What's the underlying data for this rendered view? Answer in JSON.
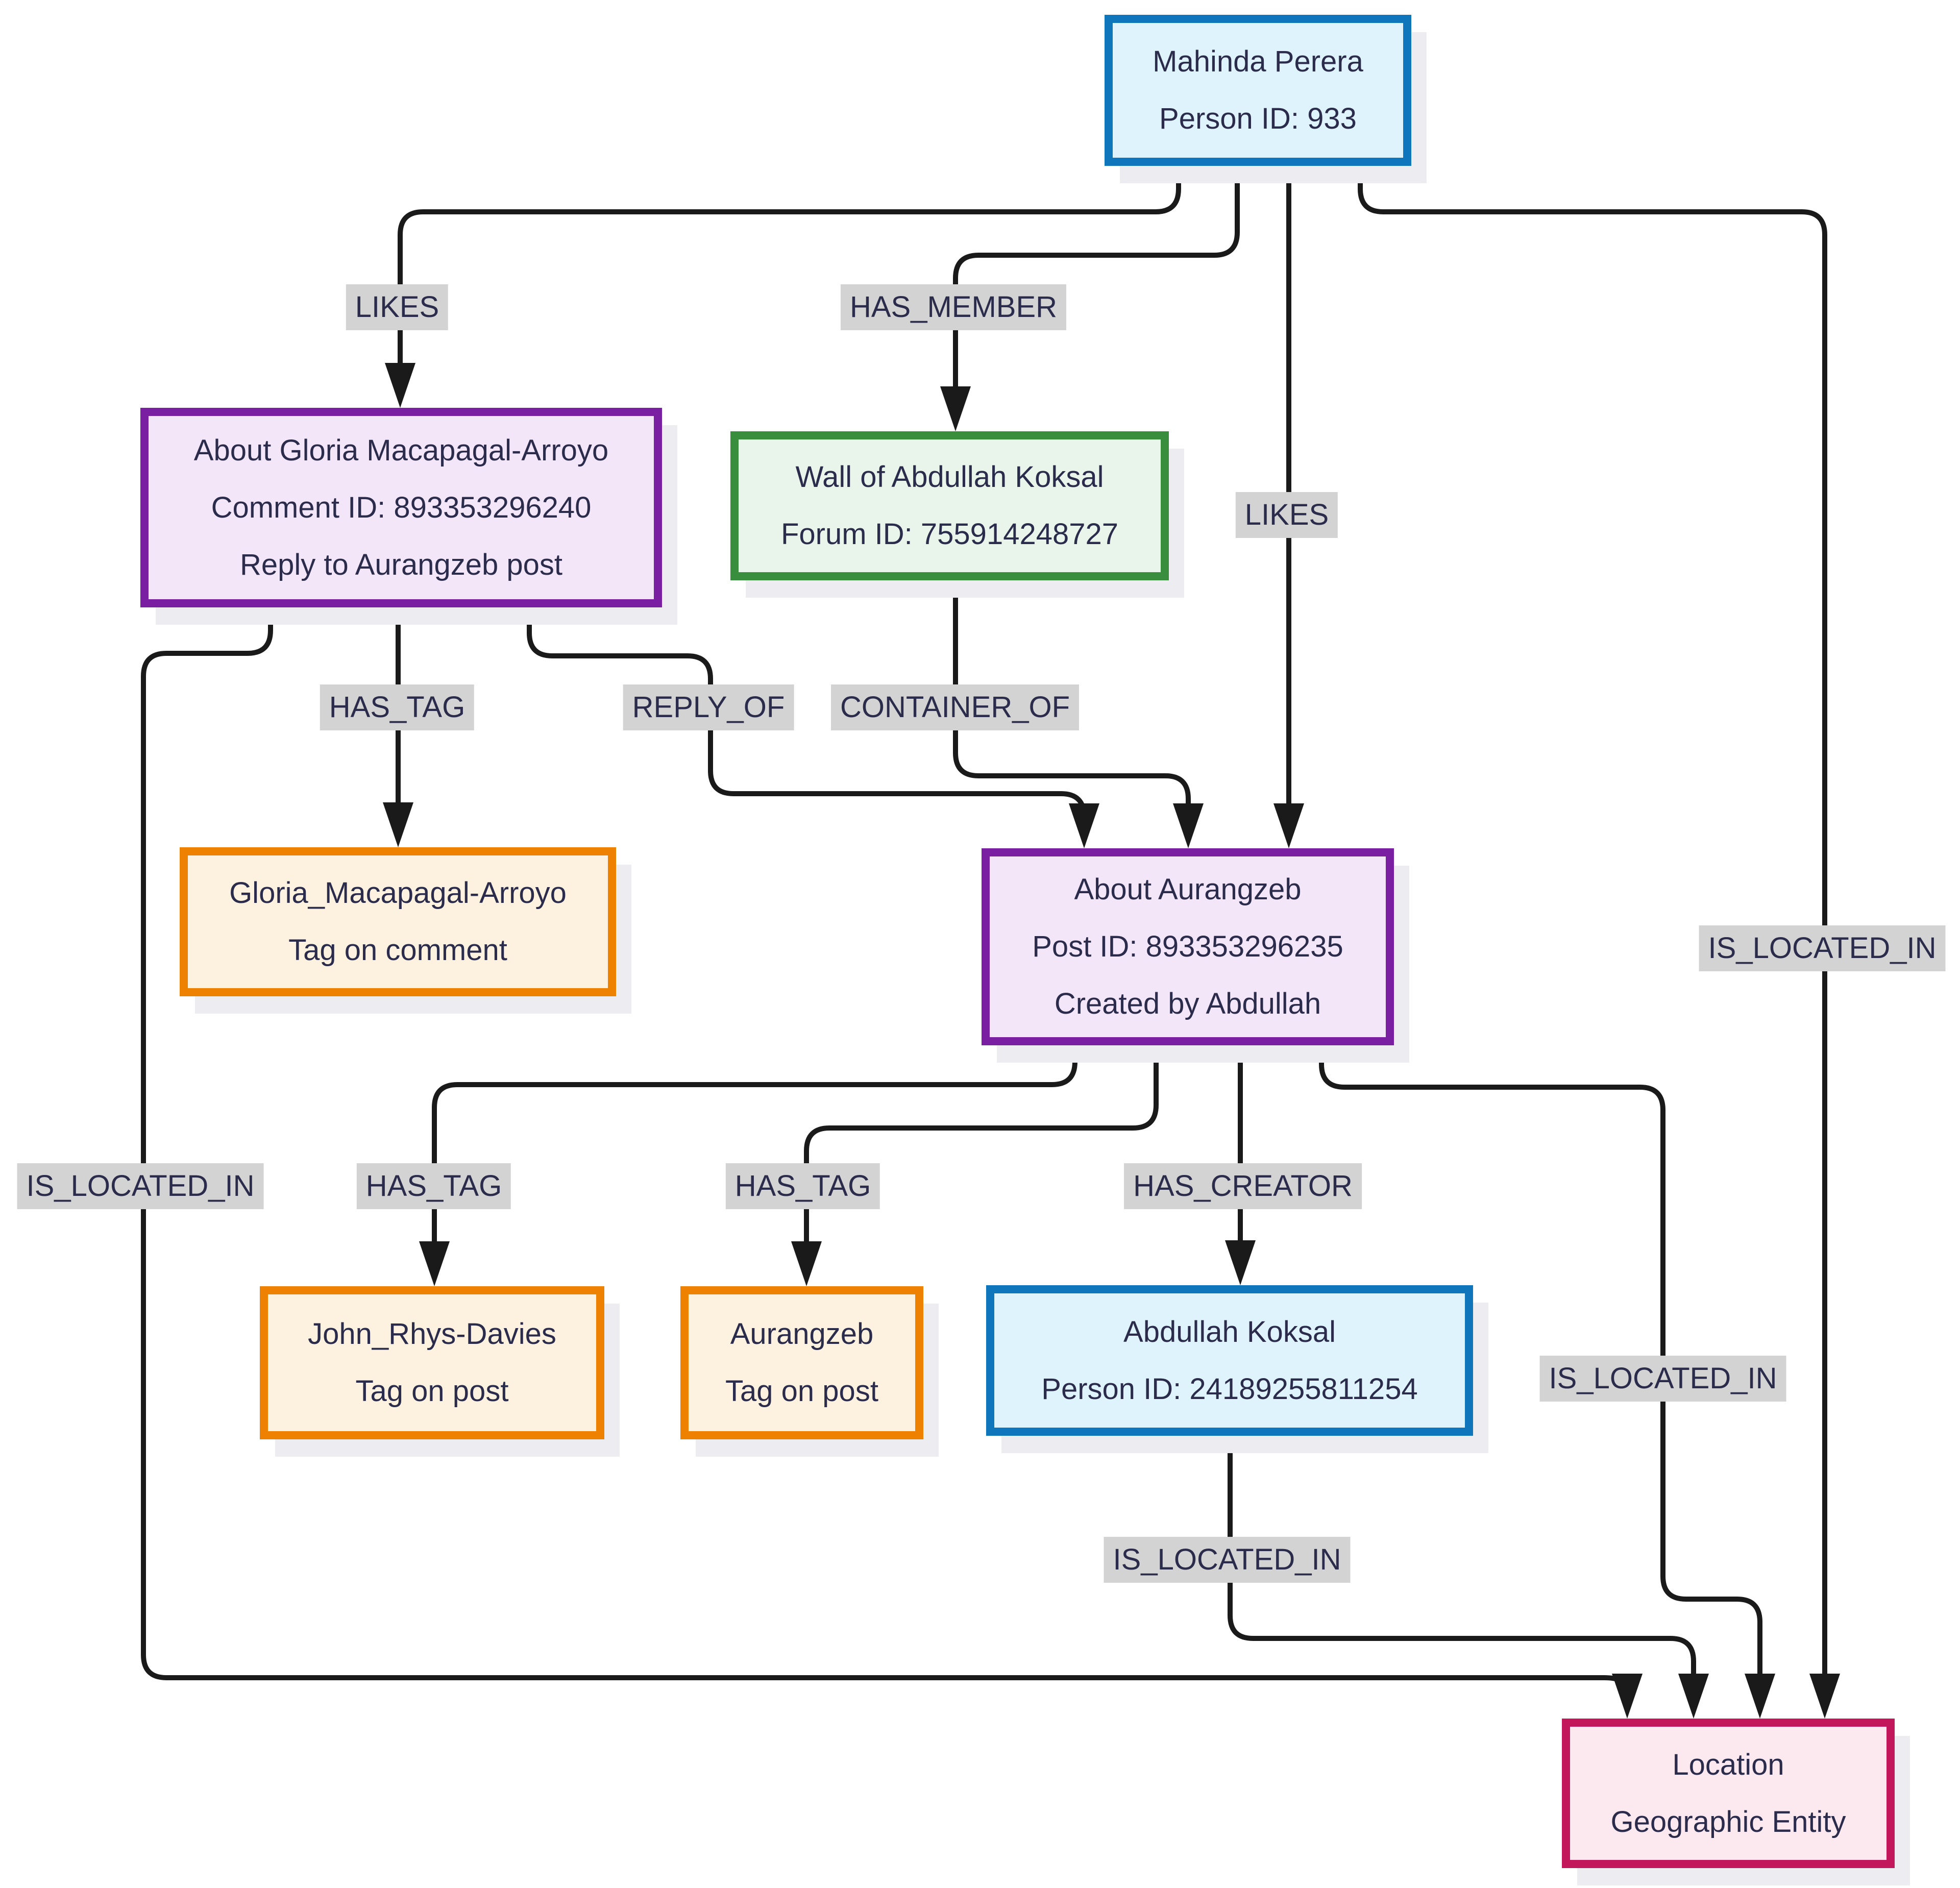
{
  "diagram": {
    "type": "graph",
    "nodes": [
      {
        "id": "person-mahinda",
        "type": "person",
        "lines": [
          "Mahinda Perera",
          "Person ID: 933"
        ]
      },
      {
        "id": "comment-gloria",
        "type": "comment",
        "lines": [
          "About Gloria Macapagal-Arroyo",
          "Comment ID: 893353296240",
          "Reply to Aurangzeb post"
        ]
      },
      {
        "id": "forum-wall",
        "type": "forum",
        "lines": [
          "Wall of Abdullah Koksal",
          "Forum ID: 755914248727"
        ]
      },
      {
        "id": "tag-gloria",
        "type": "tag",
        "lines": [
          "Gloria_Macapagal-Arroyo",
          "Tag on comment"
        ]
      },
      {
        "id": "post-aurangzeb",
        "type": "post",
        "lines": [
          "About Aurangzeb",
          "Post ID: 893353296235",
          "Created by Abdullah"
        ]
      },
      {
        "id": "tag-john",
        "type": "tag",
        "lines": [
          "John_Rhys-Davies",
          "Tag on post"
        ]
      },
      {
        "id": "tag-aurangzeb",
        "type": "tag",
        "lines": [
          "Aurangzeb",
          "Tag on post"
        ]
      },
      {
        "id": "person-abdullah",
        "type": "person",
        "lines": [
          "Abdullah Koksal",
          "Person ID: 24189255811254"
        ]
      },
      {
        "id": "location",
        "type": "location",
        "lines": [
          "Location",
          "Geographic Entity"
        ]
      }
    ],
    "edges": [
      {
        "label": "LIKES",
        "from": "person-mahinda",
        "to": "comment-gloria"
      },
      {
        "label": "HAS_MEMBER",
        "from": "person-mahinda",
        "to": "forum-wall"
      },
      {
        "label": "LIKES",
        "from": "person-mahinda",
        "to": "post-aurangzeb"
      },
      {
        "label": "IS_LOCATED_IN",
        "from": "person-mahinda",
        "to": "location"
      },
      {
        "label": "HAS_TAG",
        "from": "comment-gloria",
        "to": "tag-gloria"
      },
      {
        "label": "REPLY_OF",
        "from": "comment-gloria",
        "to": "post-aurangzeb"
      },
      {
        "label": "CONTAINER_OF",
        "from": "forum-wall",
        "to": "post-aurangzeb"
      },
      {
        "label": "IS_LOCATED_IN",
        "from": "comment-gloria",
        "to": "location"
      },
      {
        "label": "HAS_TAG",
        "from": "post-aurangzeb",
        "to": "tag-john"
      },
      {
        "label": "HAS_TAG",
        "from": "post-aurangzeb",
        "to": "tag-aurangzeb"
      },
      {
        "label": "HAS_CREATOR",
        "from": "post-aurangzeb",
        "to": "person-abdullah"
      },
      {
        "label": "IS_LOCATED_IN",
        "from": "post-aurangzeb",
        "to": "location"
      },
      {
        "label": "IS_LOCATED_IN",
        "from": "person-abdullah",
        "to": "location"
      }
    ]
  },
  "colors": {
    "person-border": "#0f76bb",
    "person-fill": "#dff3fc",
    "message-border": "#7b1fa2",
    "message-fill": "#f3e6f8",
    "forum-border": "#388e3c",
    "forum-fill": "#e9f5ea",
    "tag-border": "#ef8100",
    "tag-fill": "#fdf2e0",
    "location-border": "#c2185b",
    "location-fill": "#fce8ef",
    "edge-color": "#1a1a1a",
    "label-bg": "#d3d3d3",
    "text-color": "#2b2b4b",
    "shadow": "#ededf1"
  }
}
